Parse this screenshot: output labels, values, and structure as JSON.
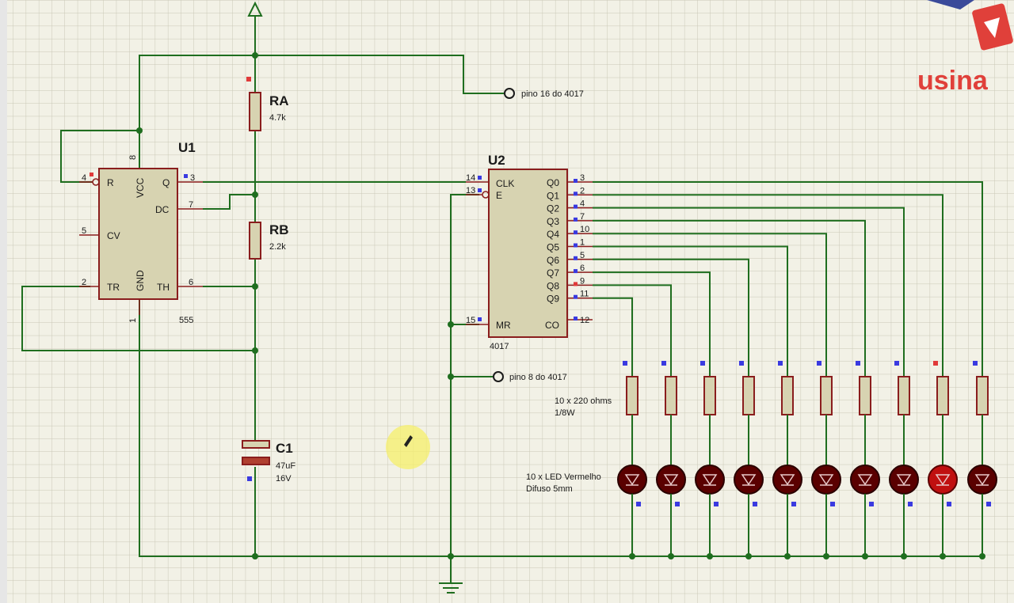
{
  "u1": {
    "ref": "U1",
    "part": "555",
    "pins": {
      "reset": "R",
      "vcc": "VCC",
      "q": "Q",
      "dc": "DC",
      "cv": "CV",
      "tr": "TR",
      "gnd": "GND",
      "th": "TH"
    },
    "pin_numbers": {
      "p4": "4",
      "p8": "8",
      "p3": "3",
      "p7": "7",
      "p5": "5",
      "p2": "2",
      "p6": "6",
      "p1": "1"
    }
  },
  "ra": {
    "ref": "RA",
    "value": "4.7k"
  },
  "rb": {
    "ref": "RB",
    "value": "2.2k"
  },
  "c1": {
    "ref": "C1",
    "value": "47uF",
    "voltage": "16V"
  },
  "u2": {
    "ref": "U2",
    "part": "4017",
    "left_pins": [
      {
        "num": "14",
        "name": "CLK"
      },
      {
        "num": "13",
        "name": "E"
      },
      {
        "num": "15",
        "name": "MR"
      }
    ],
    "outputs": [
      {
        "name": "Q0",
        "num": "3"
      },
      {
        "name": "Q1",
        "num": "2"
      },
      {
        "name": "Q2",
        "num": "4"
      },
      {
        "name": "Q3",
        "num": "7"
      },
      {
        "name": "Q4",
        "num": "10"
      },
      {
        "name": "Q5",
        "num": "1"
      },
      {
        "name": "Q6",
        "num": "5"
      },
      {
        "name": "Q7",
        "num": "6"
      },
      {
        "name": "Q8",
        "num": "9"
      },
      {
        "name": "Q9",
        "num": "11"
      }
    ],
    "co": {
      "name": "CO",
      "num": "12"
    }
  },
  "terminals": {
    "pin16": "pino 16 do 4017",
    "pin8": "pino 8 do 4017"
  },
  "resistor_array": {
    "line1": "10 x 220 ohms",
    "line2": "1/8W"
  },
  "led_array": {
    "line1": "10 x LED Vermelho",
    "line2": "Difuso 5mm",
    "lit_index": 1
  },
  "logo": {
    "text": "usina"
  },
  "colors": {
    "wire": "#1f6e1f",
    "body": "#d7d3b1",
    "outline": "#8a1d1d",
    "led_on": "#c01010",
    "led_off": "#5a0000"
  }
}
